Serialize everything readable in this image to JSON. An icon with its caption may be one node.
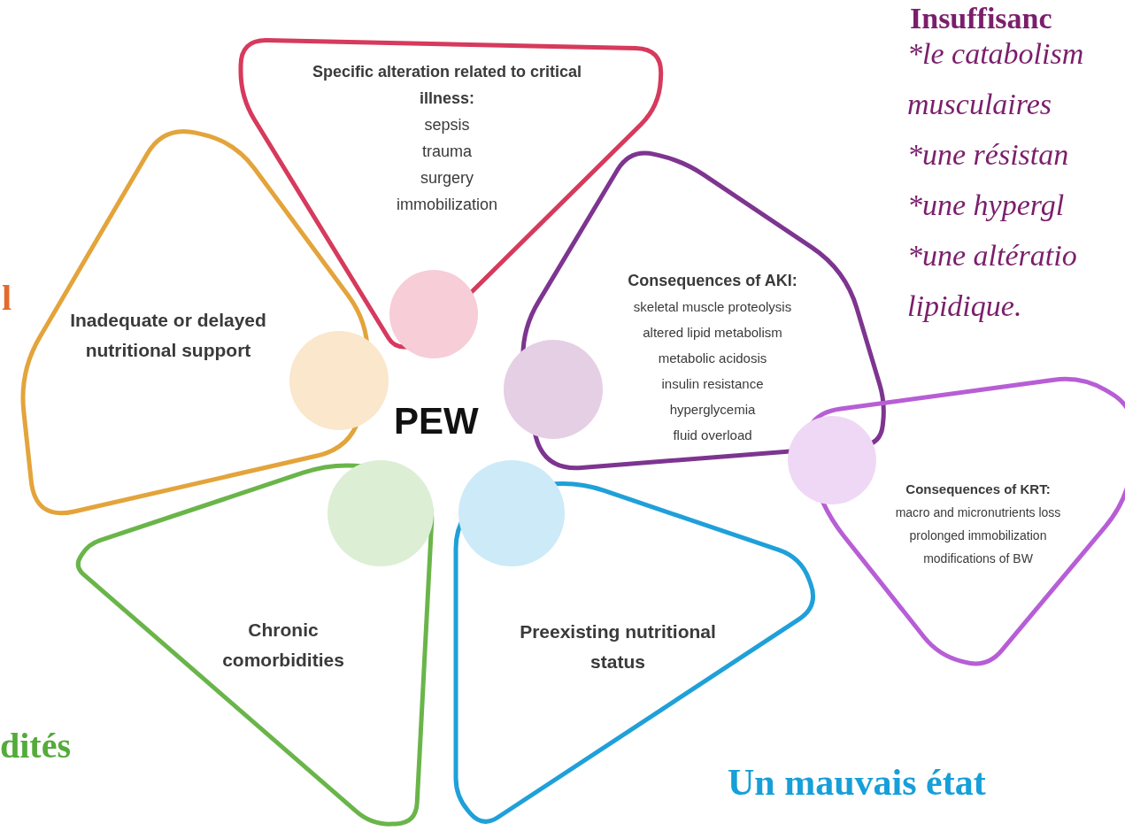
{
  "diagram": {
    "nodes": [
      {
        "text": [
          "Specific alteration related to critical illness:",
          "sepsis",
          "trauma",
          "surgery",
          "immobilization"
        ]
      },
      {
        "text": [
          "Inadequate or delayed nutritional support"
        ]
      },
      {
        "text": [
          "Consequences of AKI:",
          "skeletal muscle proteolysis",
          "altered lipid metabolism",
          "metabolic acidosis",
          "insulin resistance",
          "hyperglycemia",
          "fluid overload"
        ]
      },
      {
        "text": [
          "Consequences of KRT:",
          "macro and micronutrients loss",
          "prolonged immobilization",
          "modifications of BW"
        ]
      },
      {
        "text": [
          "Chronic comorbidities"
        ]
      },
      {
        "text": [
          "Preexisting nutritional status"
        ]
      }
    ],
    "labels": [
      "PEW",
      "Insuffisanc",
      "*le catabolism",
      "musculaires",
      "*une résistan",
      "*une hypergl",
      "*une altératio",
      "lipidique.",
      "l",
      "dités",
      "Un mauvais état"
    ]
  }
}
